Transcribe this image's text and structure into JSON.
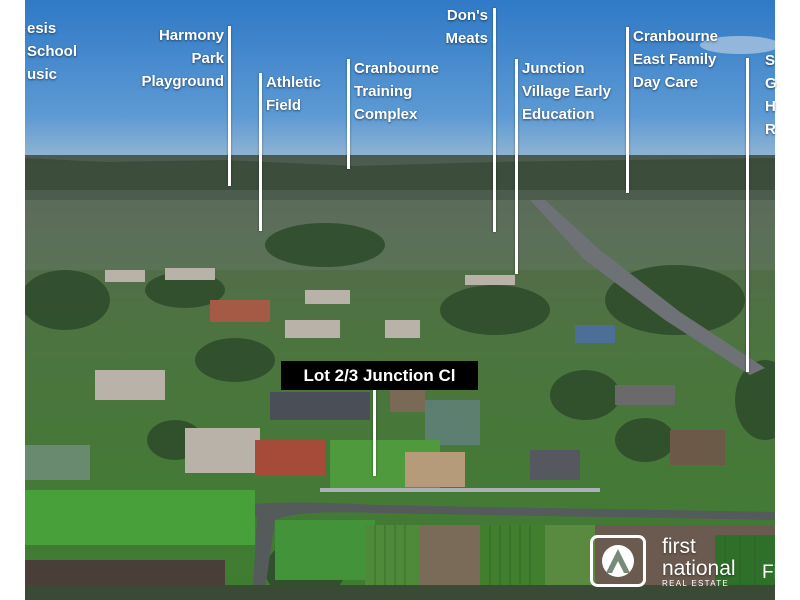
{
  "photo": {
    "description_colors": {
      "sky": "#3f86cf",
      "haze": "#9fb8cc",
      "grass": "#3f8f35",
      "trees": "#2c4a2a"
    }
  },
  "poi_labels": {
    "genesis": [
      "esis",
      "School",
      "usic"
    ],
    "harmony": [
      "Harmony",
      "Park",
      "Playground"
    ],
    "athletic": [
      "Athletic",
      "Field"
    ],
    "training": [
      "Cranbourne",
      "Training",
      "Complex"
    ],
    "dons": [
      "Don's",
      "Meats"
    ],
    "junction": [
      "Junction",
      "Village Early",
      "Education"
    ],
    "daycare": [
      "Cranbourne",
      "East Family",
      "Day Care"
    ],
    "right_cut": [
      "S",
      "G",
      "H",
      "R"
    ]
  },
  "lot": {
    "label": "Lot 2/3 Junction Cl"
  },
  "brand": {
    "name_lines": [
      "first",
      "national"
    ],
    "sub": "REAL ESTATE",
    "cut": "Fi",
    "accent": "#ffffff"
  }
}
